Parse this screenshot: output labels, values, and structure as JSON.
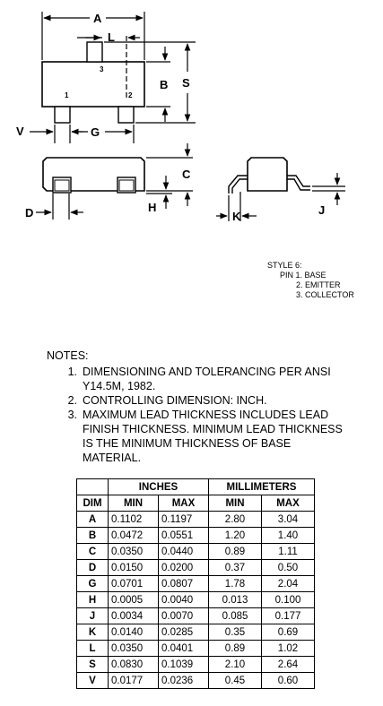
{
  "drawing": {
    "dims": {
      "A": "A",
      "L": "L",
      "B": "B",
      "S": "S",
      "V": "V",
      "G": "G",
      "C": "C",
      "D": "D",
      "H": "H",
      "K": "K",
      "J": "J"
    },
    "pins": {
      "p1": "1",
      "p2": "2",
      "p3": "3"
    }
  },
  "style": {
    "title": "STYLE 6:",
    "pins": [
      "PIN 1.  BASE",
      "2.  EMITTER",
      "3.  COLLECTOR"
    ]
  },
  "notes": {
    "heading": "NOTES:",
    "items": [
      {
        "num": "1.",
        "text": "DIMENSIONING AND TOLERANCING PER ANSI Y14.5M, 1982."
      },
      {
        "num": "2.",
        "text": "CONTROLLING DIMENSION: INCH."
      },
      {
        "num": "3.",
        "text": "MAXIMUM LEAD THICKNESS INCLUDES LEAD FINISH THICKNESS. MINIMUM LEAD THICKNESS IS THE MINIMUM THICKNESS OF BASE MATERIAL."
      }
    ]
  },
  "table": {
    "group_inches": "INCHES",
    "group_mm": "MILLIMETERS",
    "col_dim": "DIM",
    "col_min": "MIN",
    "col_max": "MAX",
    "rows": [
      {
        "dim": "A",
        "in_min": "0.1102",
        "in_max": "0.1197",
        "mm_min": "2.80",
        "mm_max": "3.04"
      },
      {
        "dim": "B",
        "in_min": "0.0472",
        "in_max": "0.0551",
        "mm_min": "1.20",
        "mm_max": "1.40"
      },
      {
        "dim": "C",
        "in_min": "0.0350",
        "in_max": "0.0440",
        "mm_min": "0.89",
        "mm_max": "1.11"
      },
      {
        "dim": "D",
        "in_min": "0.0150",
        "in_max": "0.0200",
        "mm_min": "0.37",
        "mm_max": "0.50"
      },
      {
        "dim": "G",
        "in_min": "0.0701",
        "in_max": "0.0807",
        "mm_min": "1.78",
        "mm_max": "2.04"
      },
      {
        "dim": "H",
        "in_min": "0.0005",
        "in_max": "0.0040",
        "mm_min": "0.013",
        "mm_max": "0.100"
      },
      {
        "dim": "J",
        "in_min": "0.0034",
        "in_max": "0.0070",
        "mm_min": "0.085",
        "mm_max": "0.177"
      },
      {
        "dim": "K",
        "in_min": "0.0140",
        "in_max": "0.0285",
        "mm_min": "0.35",
        "mm_max": "0.69"
      },
      {
        "dim": "L",
        "in_min": "0.0350",
        "in_max": "0.0401",
        "mm_min": "0.89",
        "mm_max": "1.02"
      },
      {
        "dim": "S",
        "in_min": "0.0830",
        "in_max": "0.1039",
        "mm_min": "2.10",
        "mm_max": "2.64"
      },
      {
        "dim": "V",
        "in_min": "0.0177",
        "in_max": "0.0236",
        "mm_min": "0.45",
        "mm_max": "0.60"
      }
    ]
  }
}
